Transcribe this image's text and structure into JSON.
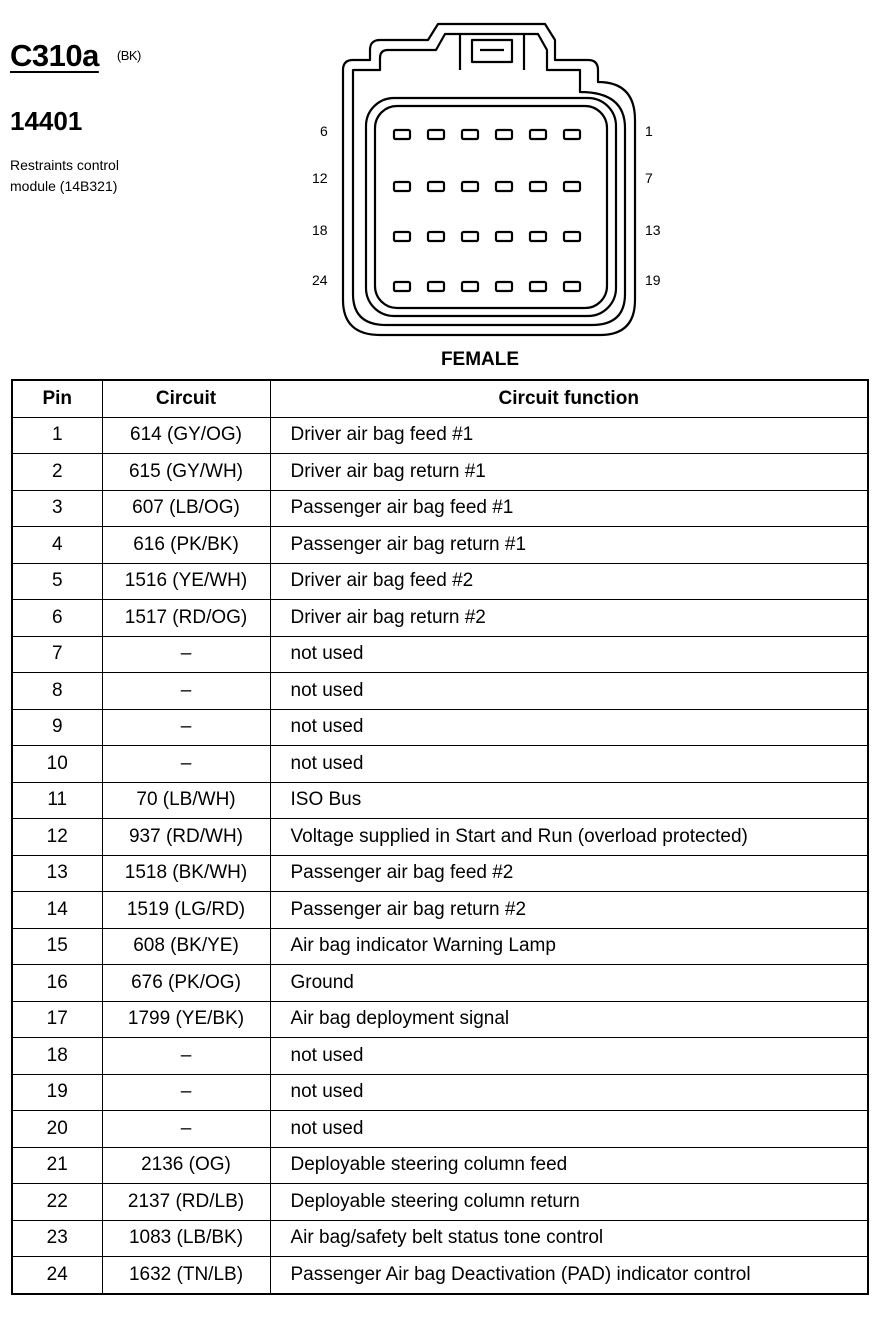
{
  "header": {
    "connector_id": "C310a",
    "connector_color": "(BK)",
    "part_number": "14401",
    "description_line1": "Restraints control",
    "description_line2": "module (14B321)"
  },
  "connector": {
    "gender_label": "FEMALE",
    "row_labels_left": [
      "6",
      "12",
      "18",
      "24"
    ],
    "row_labels_right": [
      "1",
      "7",
      "13",
      "19"
    ],
    "pins_per_row": 6
  },
  "table": {
    "headers": [
      "Pin",
      "Circuit",
      "Circuit function"
    ],
    "rows": [
      {
        "pin": "1",
        "circuit": "614 (GY/OG)",
        "function": "Driver air bag feed #1"
      },
      {
        "pin": "2",
        "circuit": "615 (GY/WH)",
        "function": "Driver air bag return #1"
      },
      {
        "pin": "3",
        "circuit": "607 (LB/OG)",
        "function": "Passenger air bag feed #1"
      },
      {
        "pin": "4",
        "circuit": "616 (PK/BK)",
        "function": "Passenger air bag return #1"
      },
      {
        "pin": "5",
        "circuit": "1516 (YE/WH)",
        "function": "Driver air bag feed #2"
      },
      {
        "pin": "6",
        "circuit": "1517 (RD/OG)",
        "function": "Driver air bag return #2"
      },
      {
        "pin": "7",
        "circuit": "–",
        "function": "not used"
      },
      {
        "pin": "8",
        "circuit": "–",
        "function": "not used"
      },
      {
        "pin": "9",
        "circuit": "–",
        "function": "not used"
      },
      {
        "pin": "10",
        "circuit": "–",
        "function": "not used"
      },
      {
        "pin": "11",
        "circuit": "70 (LB/WH)",
        "function": "ISO Bus"
      },
      {
        "pin": "12",
        "circuit": "937 (RD/WH)",
        "function": "Voltage supplied in Start and Run (overload protected)"
      },
      {
        "pin": "13",
        "circuit": "1518 (BK/WH)",
        "function": "Passenger air bag feed #2"
      },
      {
        "pin": "14",
        "circuit": "1519 (LG/RD)",
        "function": "Passenger air bag return #2"
      },
      {
        "pin": "15",
        "circuit": "608 (BK/YE)",
        "function": "Air bag indicator Warning Lamp"
      },
      {
        "pin": "16",
        "circuit": "676 (PK/OG)",
        "function": "Ground"
      },
      {
        "pin": "17",
        "circuit": "1799 (YE/BK)",
        "function": "Air bag deployment signal"
      },
      {
        "pin": "18",
        "circuit": "–",
        "function": "not used"
      },
      {
        "pin": "19",
        "circuit": "–",
        "function": "not used"
      },
      {
        "pin": "20",
        "circuit": "–",
        "function": "not used"
      },
      {
        "pin": "21",
        "circuit": "2136 (OG)",
        "function": "Deployable steering column feed"
      },
      {
        "pin": "22",
        "circuit": "2137 (RD/LB)",
        "function": "Deployable steering column return"
      },
      {
        "pin": "23",
        "circuit": "1083 (LB/BK)",
        "function": "Air bag/safety belt status tone control"
      },
      {
        "pin": "24",
        "circuit": "1632 (TN/LB)",
        "function": "Passenger Air bag Deactivation (PAD) indicator control"
      }
    ]
  }
}
